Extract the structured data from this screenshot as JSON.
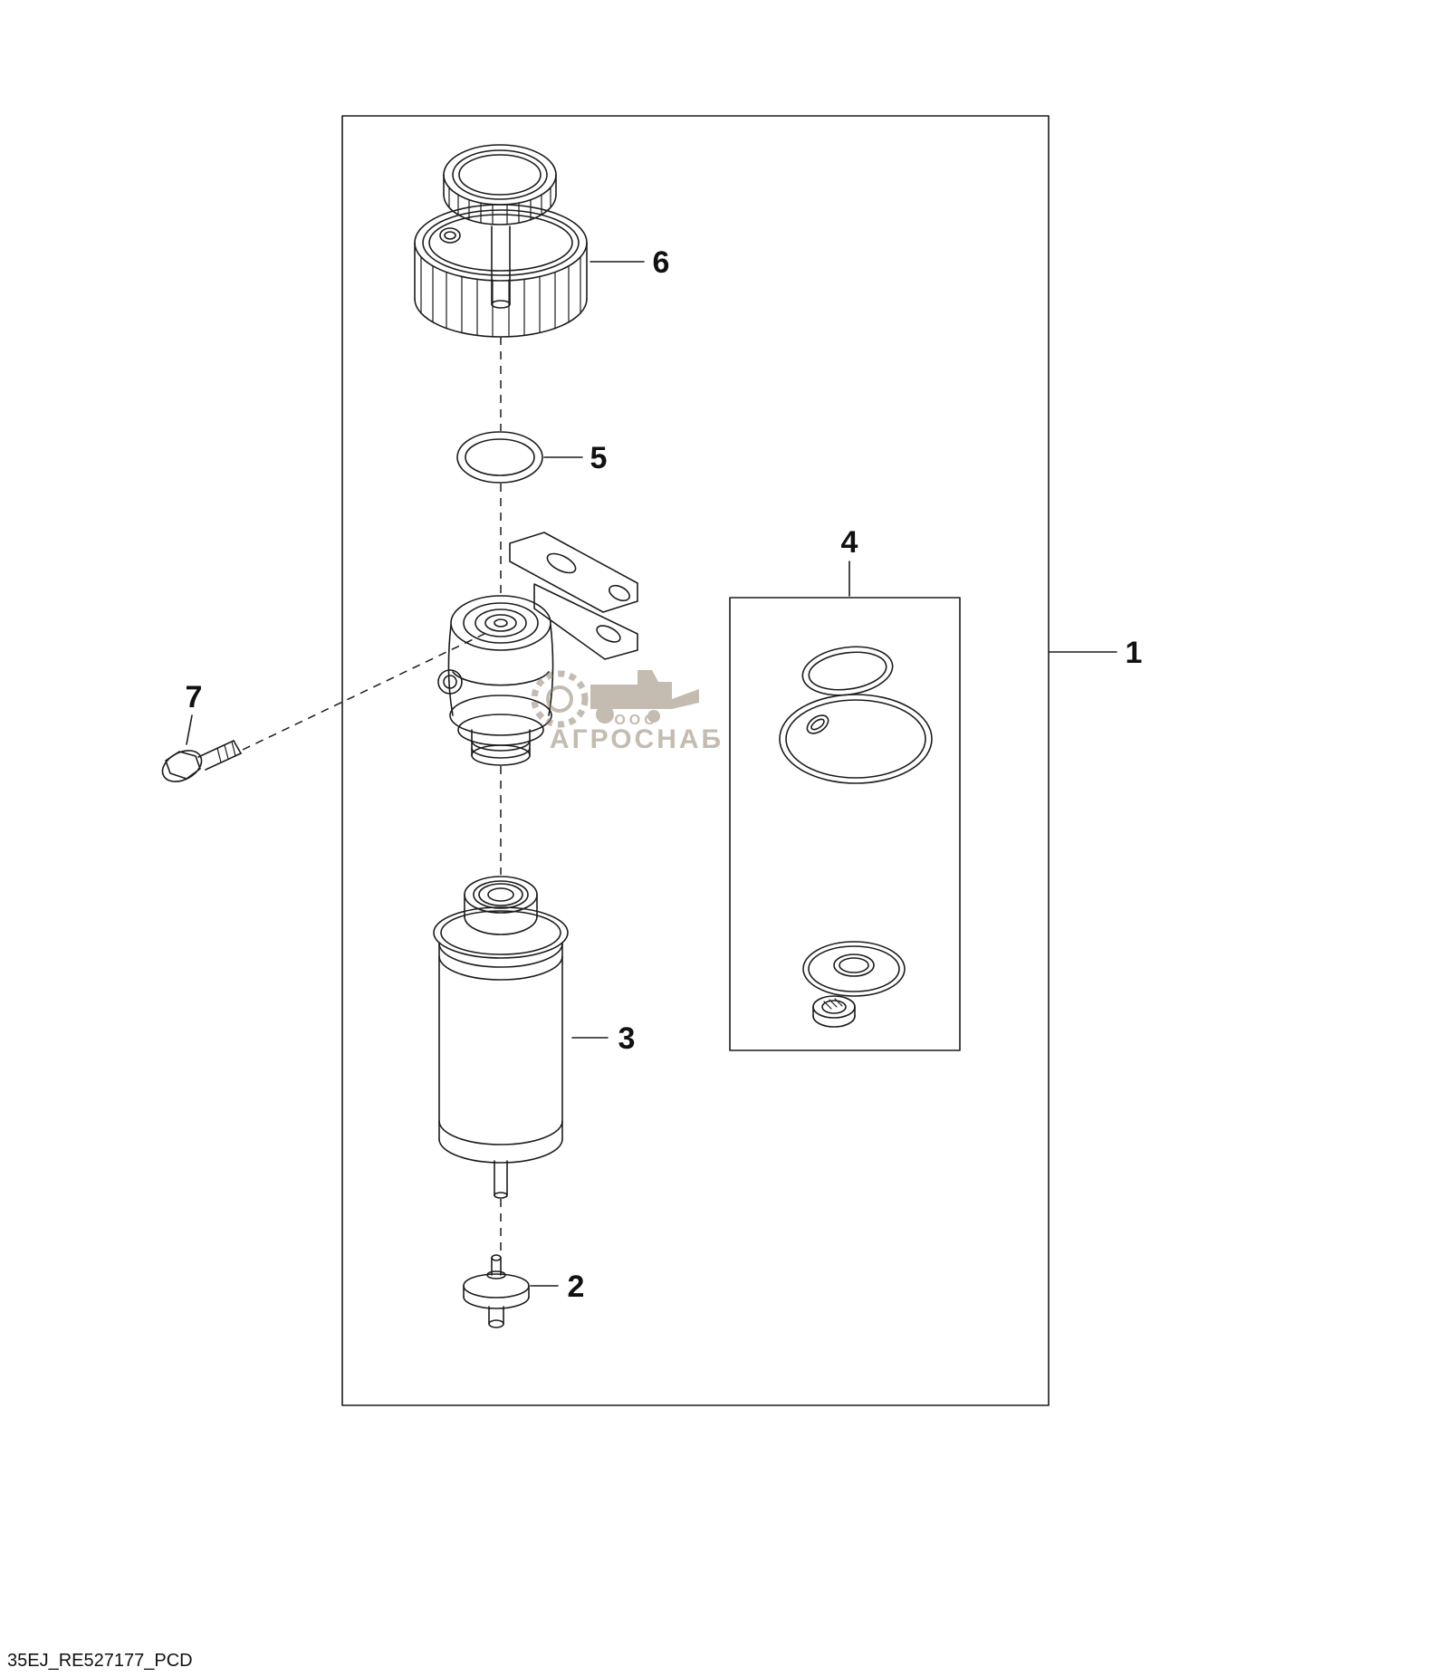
{
  "page": {
    "footer_code": "35EJ_RE527177_PCD",
    "line_color": "#1c1c1c",
    "background": "#ffffff"
  },
  "watermark": {
    "org_prefix": "ООО",
    "org_name": "АГРОСНАБ",
    "color": "#8a7a66"
  },
  "callouts": {
    "part1": "1",
    "part2": "2",
    "part3": "3",
    "part4": "4",
    "part5": "5",
    "part6": "6",
    "part7": "7"
  }
}
